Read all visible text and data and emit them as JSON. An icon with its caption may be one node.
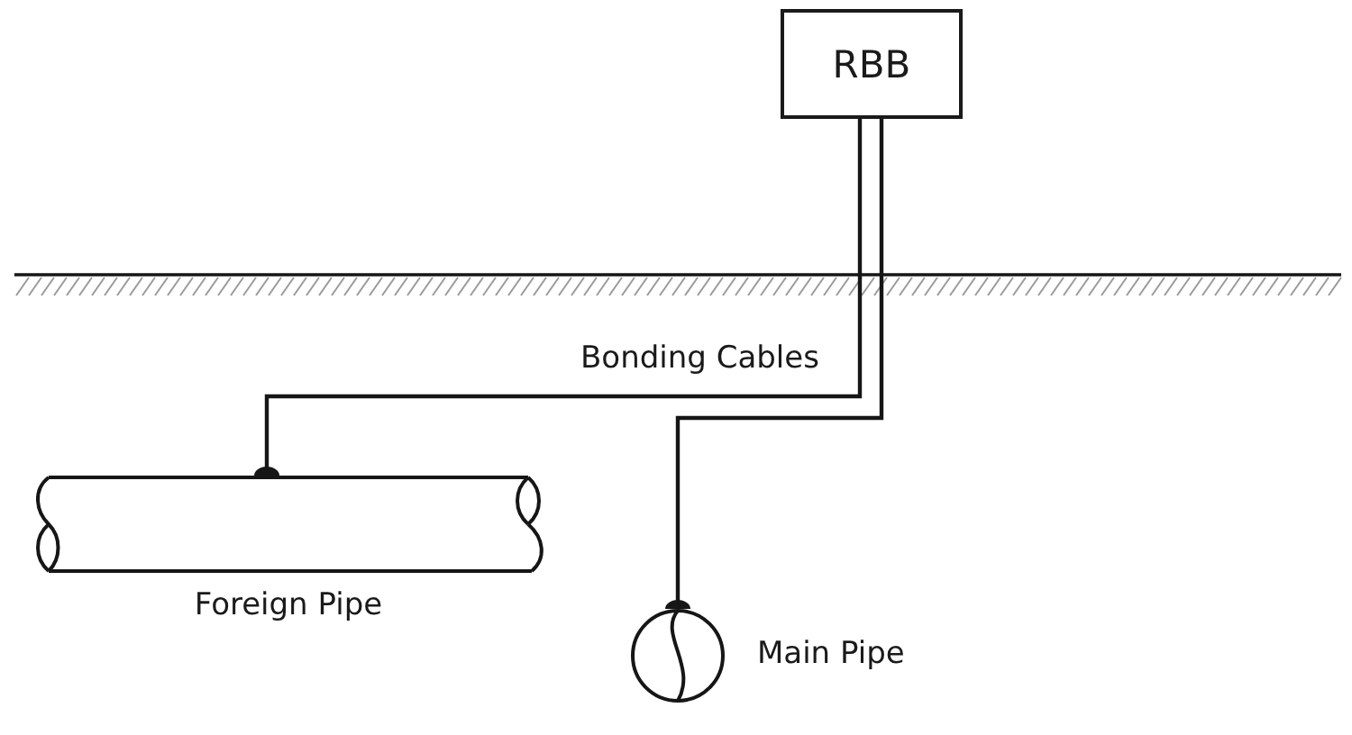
{
  "diagram": {
    "nodes": [
      {
        "text": [
          "RBB"
        ]
      },
      {
        "text": [
          "Foreign Pipe"
        ]
      },
      {
        "text": [
          "Main Pipe"
        ]
      }
    ],
    "edges": [
      {
        "from": 0,
        "to": 1,
        "arrow": "other"
      },
      {
        "from": 0,
        "to": 2,
        "arrow": "other"
      }
    ],
    "labels": [
      "Bonding Cables"
    ]
  }
}
